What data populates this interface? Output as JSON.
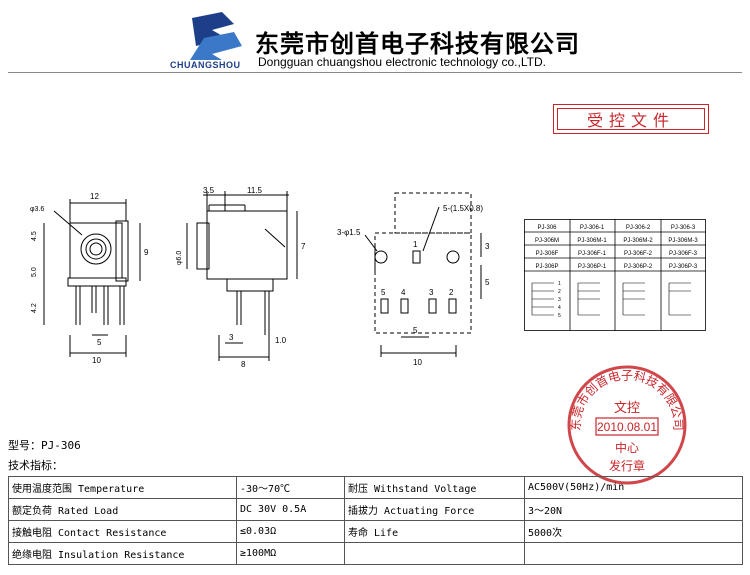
{
  "header": {
    "brand": "CHUANGSHOU",
    "title_cn": "东莞市创首电子科技有限公司",
    "title_en": "Dongguan chuangshou electronic technology co.,LTD."
  },
  "stamp": {
    "controlled_label": "受控文件",
    "seal": {
      "company": "东莞市创首电子科技有限公司",
      "doc": "文控",
      "date": "2010.08.01",
      "center": "中心",
      "footer": "发行章"
    }
  },
  "drawing": {
    "front": {
      "d1": "12",
      "d2": "φ3.6",
      "d3": "4.5",
      "d4": "5.0",
      "d5": "4.2",
      "d6": "5",
      "d7": "10",
      "d8": "9"
    },
    "side": {
      "d1": "3.5",
      "d2": "11.5",
      "d3": "φ6.0",
      "d4": "7",
      "d5": "3",
      "d6": "1.0",
      "d7": "8"
    },
    "bottom": {
      "hole": "5-(1.5X0.8)",
      "pin": "3-φ1.5",
      "p1": "1",
      "p5": "5",
      "p4": "4",
      "p3": "3",
      "p2": "2",
      "dim3": "3",
      "dim5v": "5",
      "dim5h": "5",
      "dim10": "10"
    }
  },
  "part_table": {
    "rows": [
      [
        "PJ-306",
        "PJ-306-1",
        "PJ-306-2",
        "PJ-306-3"
      ],
      [
        "PJ-306M",
        "PJ-306M-1",
        "PJ-306M-2",
        "PJ-306M-3"
      ],
      [
        "PJ-306F",
        "PJ-306F-1",
        "PJ-306F-2",
        "PJ-306F-3"
      ],
      [
        "PJ-306P",
        "PJ-306P-1",
        "PJ-306P-2",
        "PJ-306P-3"
      ]
    ],
    "pin_labels": [
      "1",
      "2",
      "3",
      "4",
      "5"
    ]
  },
  "model_line": "型号：PJ-306",
  "tech_heading": "技术指标：",
  "specs": [
    [
      "使用温度范围 Temperature",
      "-30～70℃",
      "耐压 Withstand Voltage",
      "AC500V(50Hz)/min"
    ],
    [
      "额定负荷 Rated Load",
      "DC 30V 0.5A",
      "插拔力 Actuating Force",
      "3～20N"
    ],
    [
      "接触电阻 Contact Resistance",
      "≤0.03Ω",
      "寿命 Life",
      "5000次"
    ],
    [
      "绝缘电阻 Insulation Resistance",
      "≥100MΩ",
      "",
      ""
    ]
  ],
  "colors": {
    "brand_blue": "#1d3f8a",
    "stamp_red": "#c8262a"
  }
}
